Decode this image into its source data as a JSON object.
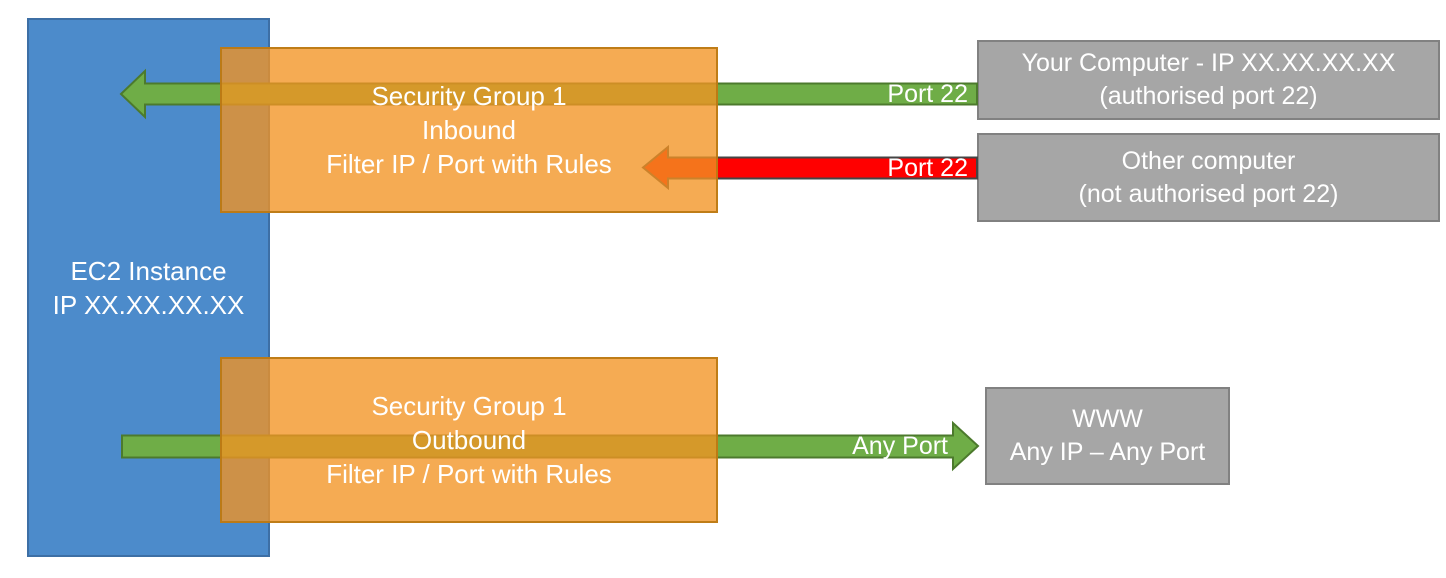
{
  "diagram": {
    "title_hint": "EC2 Security Group inbound/outbound filtering diagram",
    "ec2_box": {
      "line1": "EC2 Instance",
      "line2": "IP XX.XX.XX.XX"
    },
    "inbound_group": {
      "line1": "Security Group 1",
      "line2": "Inbound",
      "line3": "Filter IP / Port with Rules"
    },
    "outbound_group": {
      "line1": "Security Group 1",
      "line2": "Outbound",
      "line3": "Filter IP / Port with Rules"
    },
    "your_computer_box": {
      "line1": "Your Computer - IP XX.XX.XX.XX",
      "line2": "(authorised port 22)"
    },
    "other_computer_box": {
      "line1": "Other computer",
      "line2": "(not authorised port 22)"
    },
    "www_box": {
      "line1": "WWW",
      "line2": "Any IP – Any Port"
    },
    "labels": {
      "inbound_allowed_port": "Port 22",
      "inbound_blocked_port": "Port 22",
      "outbound_port": "Any Port"
    },
    "colors": {
      "ec2_blue": "#4c8bcb",
      "ec2_blue_border": "#3d6fa5",
      "security_group_orange": "#f29423",
      "security_group_border": "#ba7812",
      "endpoint_gray": "#a6a6a6",
      "allowed_green": "#6fad47",
      "allowed_green_border": "#4c7a2d",
      "blocked_red": "#ff0000",
      "blocked_red_border": "#454545",
      "text_white": "#ffffff"
    }
  }
}
